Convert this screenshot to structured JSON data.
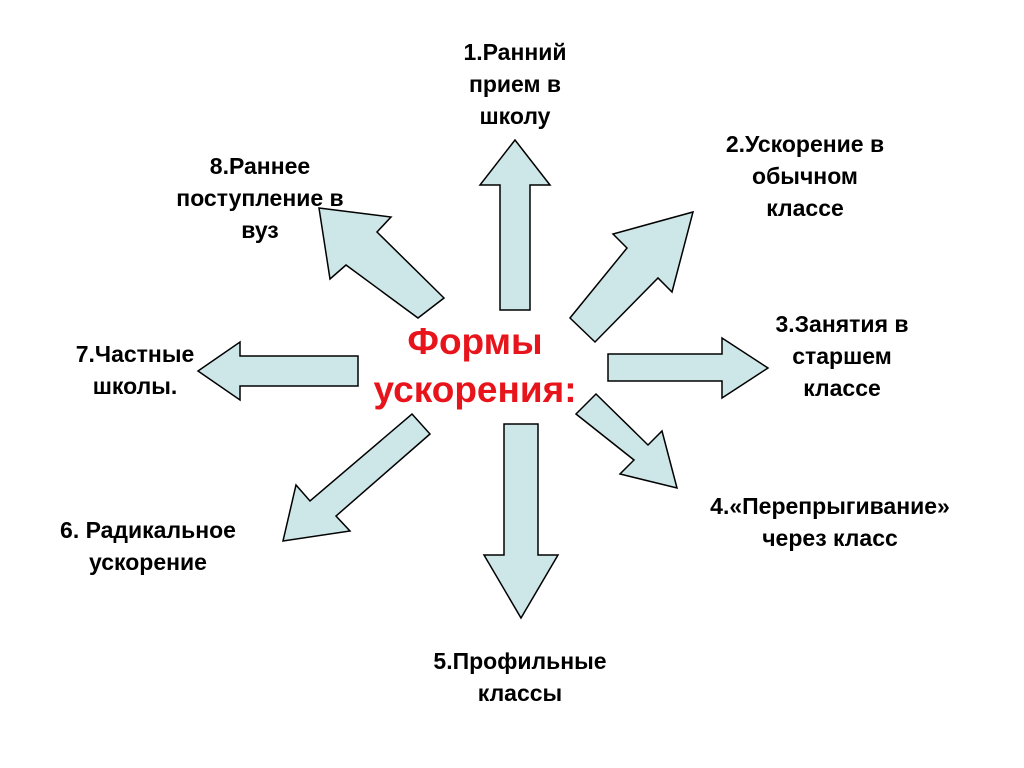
{
  "center": {
    "lines": [
      "Формы",
      "ускорения:"
    ]
  },
  "forms": [
    {
      "lines": [
        "1.Ранний",
        "прием в",
        "школу"
      ]
    },
    {
      "lines": [
        "2.Ускорение в",
        "обычном",
        "классе"
      ]
    },
    {
      "lines": [
        "3.Занятия в",
        "старшем",
        "классе"
      ]
    },
    {
      "lines": [
        "4.«Перепрыгивание»",
        "через класс"
      ]
    },
    {
      "lines": [
        "5.Профильные",
        "классы"
      ]
    },
    {
      "lines": [
        "6. Радикальное",
        "ускорение"
      ]
    },
    {
      "lines": [
        "7.Частные",
        "школы."
      ]
    },
    {
      "lines": [
        "8.Раннее",
        "поступление в",
        "вуз"
      ]
    }
  ],
  "colors": {
    "arrow_fill": "#CDE6E8",
    "arrow_stroke": "#000000",
    "title": "#E8141C",
    "text": "#000000"
  }
}
